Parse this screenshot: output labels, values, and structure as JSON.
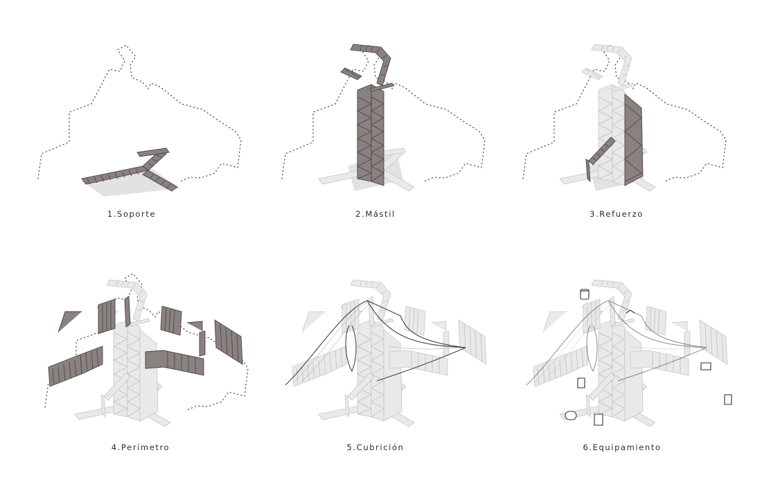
{
  "panels": [
    {
      "key": "soporte",
      "label": "1.Soporte"
    },
    {
      "key": "mastil",
      "label": "2.Mástil"
    },
    {
      "key": "refuerzo",
      "label": "3.Refuerzo"
    },
    {
      "key": "perimetro",
      "label": "4.Perímetro"
    },
    {
      "key": "cubricion",
      "label": "5.Cubrición"
    },
    {
      "key": "equipamiento",
      "label": "6.Equipamiento"
    }
  ],
  "colors": {
    "background": "#ffffff",
    "highlight_structure": "#5a5250",
    "existing_structure": "#c6c6c6",
    "dotted_outline": "#555555",
    "caption_text": "#2b2b2b"
  }
}
